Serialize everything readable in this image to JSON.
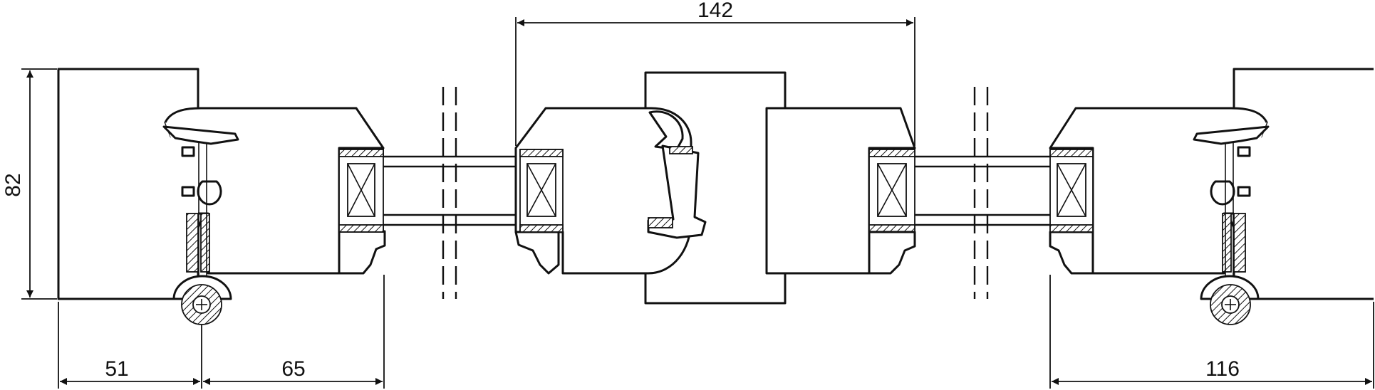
{
  "drawing": {
    "dimensions": {
      "top": "142",
      "left_vertical": "82",
      "bottom_left": "51",
      "bottom_middle": "65",
      "bottom_right": "116"
    }
  }
}
